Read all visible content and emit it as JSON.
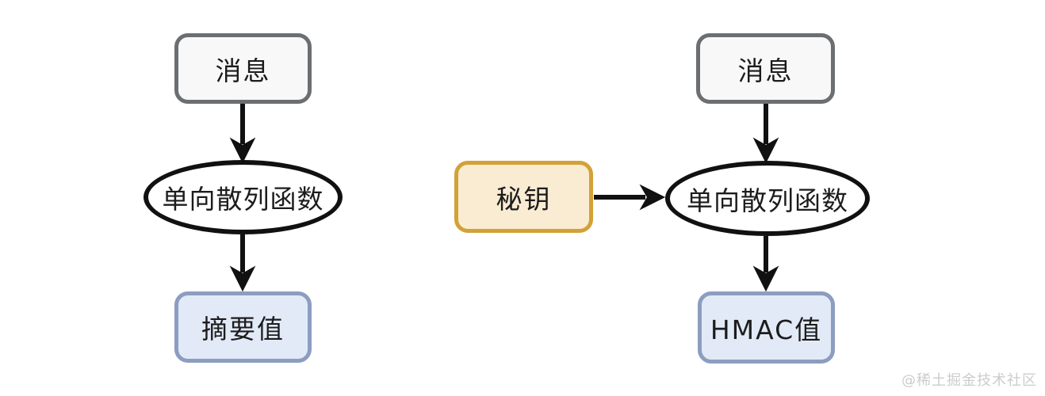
{
  "diagram": {
    "left_flow": {
      "message_label": "消息",
      "hash_function_label": "单向散列函数",
      "digest_label": "摘要值"
    },
    "right_flow": {
      "message_label": "消息",
      "key_label": "秘钥",
      "hash_function_label": "单向散列函数",
      "hmac_label": "HMAC值"
    },
    "watermark_text": "@稀土掘金技术社区"
  },
  "colors": {
    "gray_border": "#6b6f72",
    "gray_fill": "#f8f8f8",
    "black": "#111111",
    "white_fill": "#ffffff",
    "blue_border": "#8c9dc0",
    "blue_fill": "#e2eaf7",
    "gold_border": "#d2a237",
    "gold_fill": "#faecd3",
    "watermark": "#cccccc"
  }
}
